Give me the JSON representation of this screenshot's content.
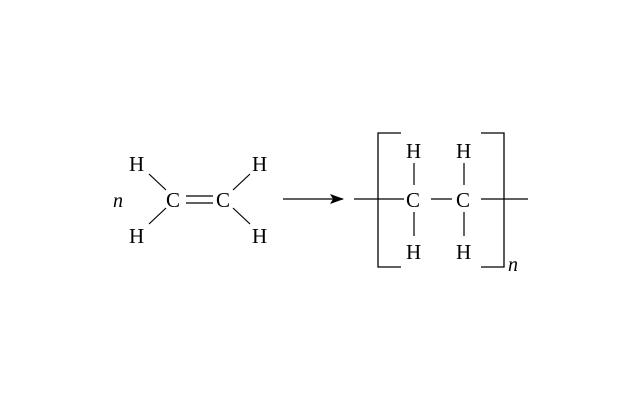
{
  "reactant": {
    "coefficient": "n",
    "carbon_1": "C",
    "carbon_2": "C",
    "h_top_left": "H",
    "h_bottom_left": "H",
    "h_top_right": "H",
    "h_bottom_right": "H",
    "double_bond": "C=C"
  },
  "product": {
    "carbon_1": "C",
    "carbon_2": "C",
    "h_top_1": "H",
    "h_bottom_1": "H",
    "h_top_2": "H",
    "h_bottom_2": "H",
    "repeat_subscript": "n"
  },
  "arrow": {
    "direction": "right"
  }
}
